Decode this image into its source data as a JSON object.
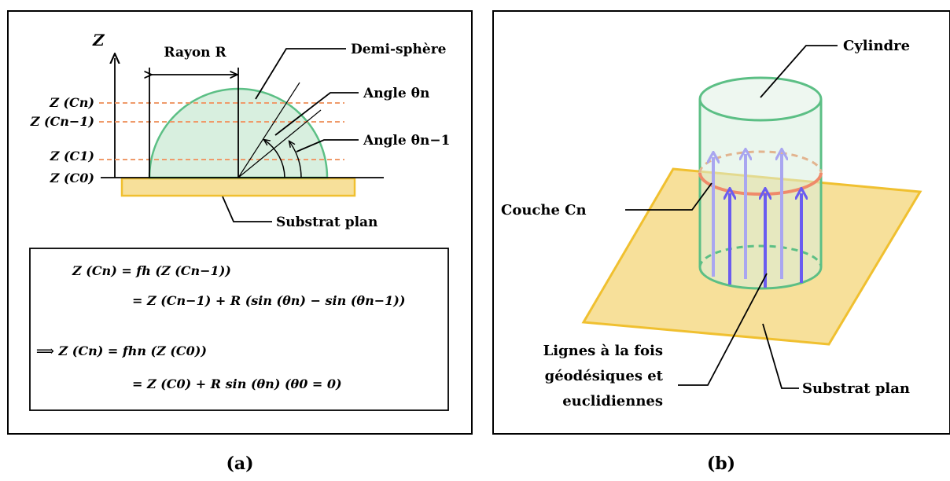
{
  "panel_a": {
    "caption": "(a)",
    "axis_label": "Z",
    "radius_label": "Rayon R",
    "hemisphere_label": "Demi-sphère",
    "angle_n_label": "Angle θn",
    "angle_n1_label": "Angle θn−1",
    "substrate_label": "Substrat plan",
    "level_labels": [
      "Z (Cn)",
      "Z (Cn−1)",
      "Z (C1)",
      "Z (C0)"
    ],
    "equations": [
      "Z (Cn) = fh (Z (Cn−1))",
      "= Z (Cn−1) + R (sin (θn) − sin (θn−1))",
      "⟹  Z (Cn) = fhn (Z (C0))",
      "= Z (C0) + R sin (θn)    (θ0 = 0)"
    ]
  },
  "panel_b": {
    "caption": "(b)",
    "cylinder_label": "Cylindre",
    "layer_label": "Couche Cn",
    "substrate_label": "Substrat plan",
    "lines_label": [
      "Lignes à la fois",
      "géodésiques et",
      "euclidiennes"
    ]
  },
  "colors": {
    "green": "#5cbf85",
    "green_fill": "#d8efdf",
    "orange_dash": "#ef9a6a",
    "substrate": "#f0c030",
    "substrate_fill": "#f7e09a",
    "arrow": "#6a5cf0",
    "layer": "#ef8a6a"
  }
}
